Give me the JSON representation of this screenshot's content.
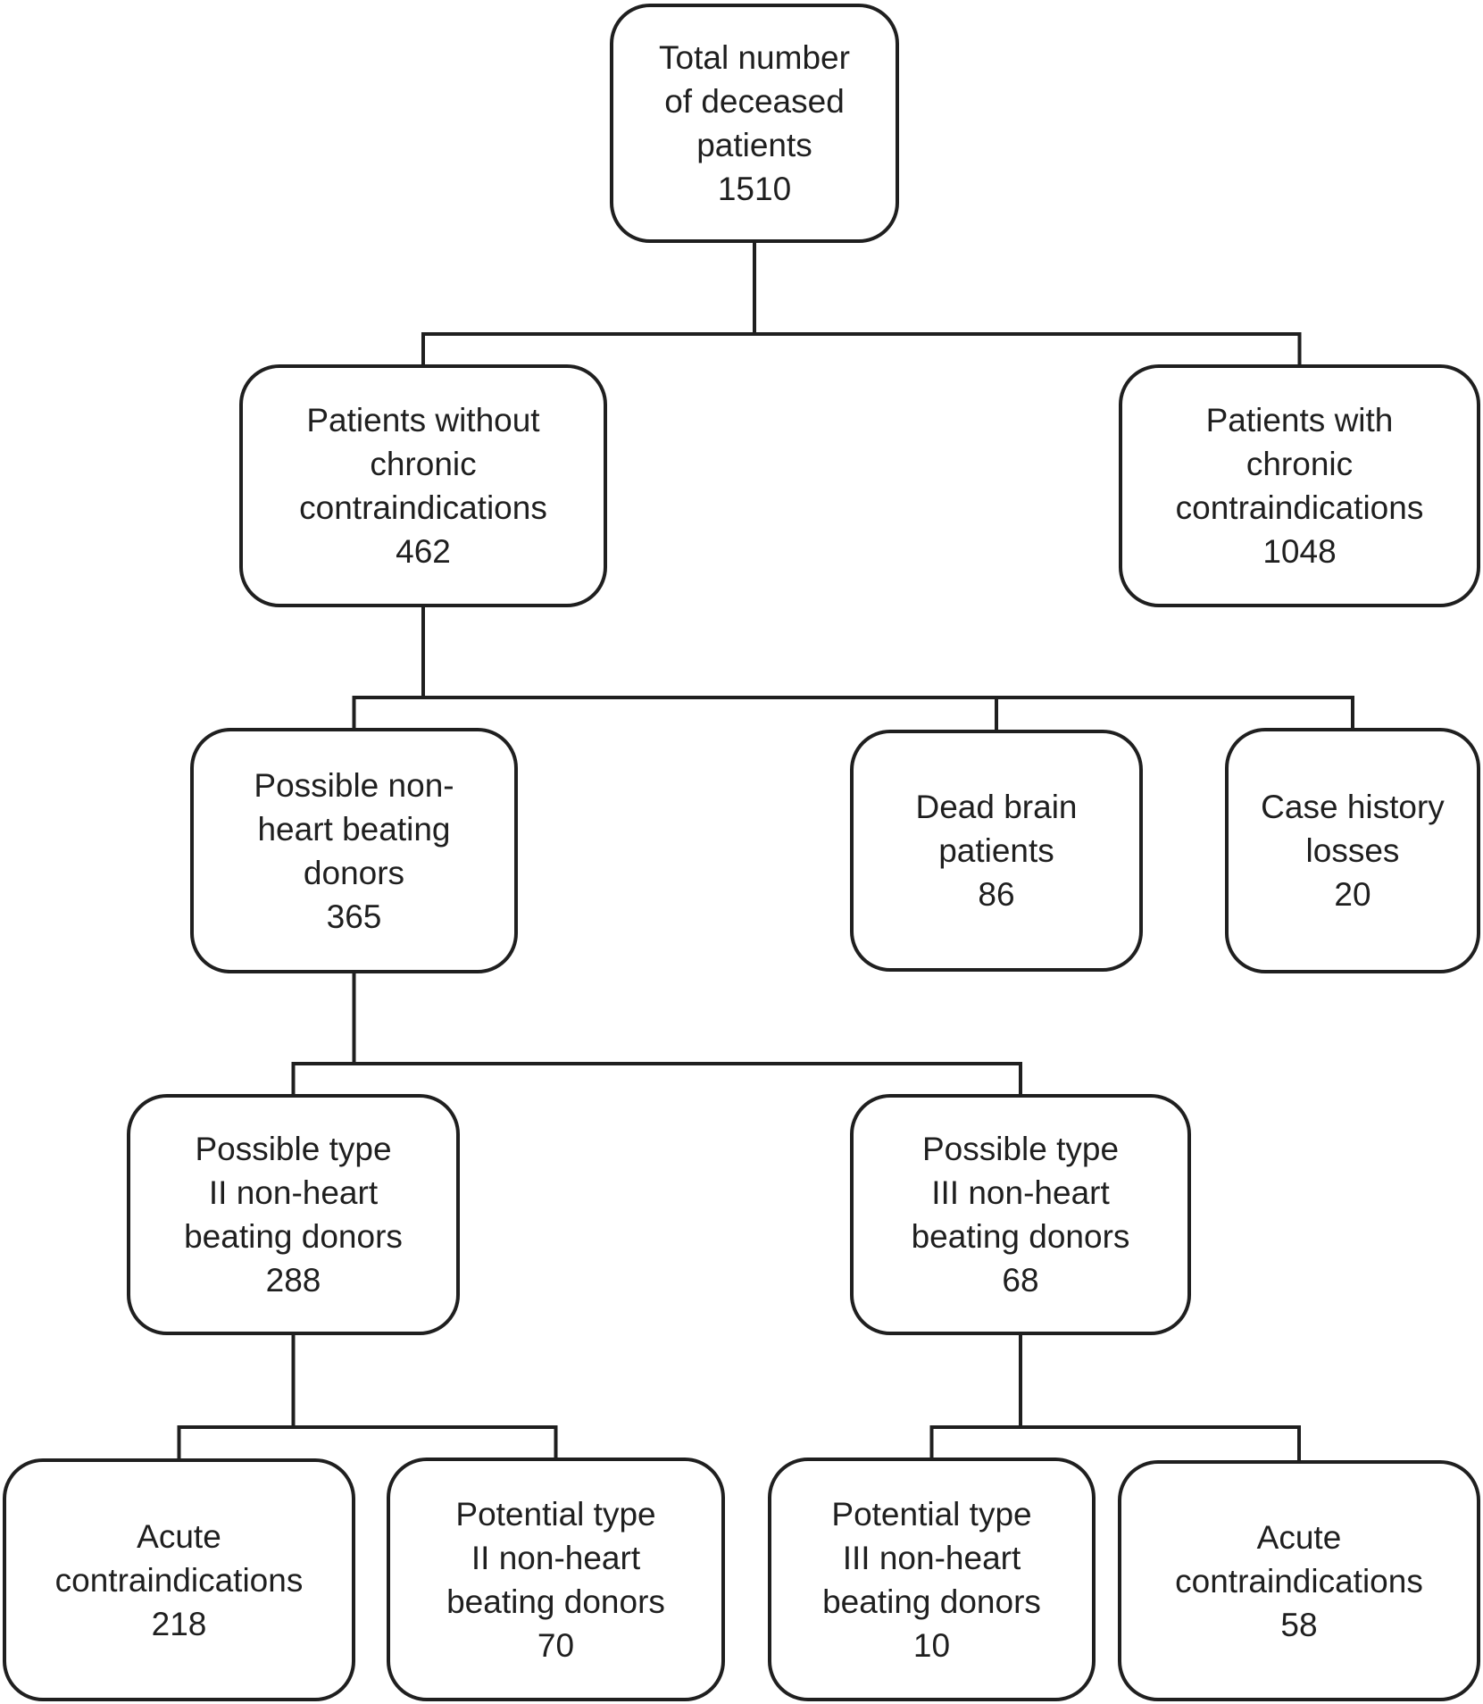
{
  "figure": {
    "type": "flowchart",
    "background_color": "#ffffff",
    "stroke_color": "#1f1f1f",
    "text_color": "#1f1f1f"
  },
  "nodes": {
    "total_deceased": {
      "label_lines": [
        "Total number",
        "of deceased",
        "patients"
      ],
      "value": "1510"
    },
    "without_chronic": {
      "label_lines": [
        "Patients without",
        "chronic",
        "contraindications"
      ],
      "value": "462"
    },
    "with_chronic": {
      "label_lines": [
        "Patients with",
        "chronic",
        "contraindications"
      ],
      "value": "1048"
    },
    "possible_nhbd": {
      "label_lines": [
        "Possible non-",
        "heart beating",
        "donors"
      ],
      "value": "365"
    },
    "dead_brain": {
      "label_lines": [
        "Dead brain",
        "patients"
      ],
      "value": "86"
    },
    "case_history": {
      "label_lines": [
        "Case history",
        "losses"
      ],
      "value": "20"
    },
    "possible_type2": {
      "label_lines": [
        "Possible type",
        "II non-heart",
        "beating donors"
      ],
      "value": "288"
    },
    "possible_type3": {
      "label_lines": [
        "Possible type",
        "III non-heart",
        "beating donors"
      ],
      "value": "68"
    },
    "acute_contra_type2": {
      "label_lines": [
        "Acute",
        "contraindications"
      ],
      "value": "218"
    },
    "potential_type2": {
      "label_lines": [
        "Potential type",
        "II non-heart",
        "beating donors"
      ],
      "value": "70"
    },
    "potential_type3": {
      "label_lines": [
        "Potential type",
        "III non-heart",
        "beating donors"
      ],
      "value": "10"
    },
    "acute_contra_type3": {
      "label_lines": [
        "Acute",
        "contraindications"
      ],
      "value": "58"
    }
  },
  "edges": [
    {
      "parent": "total_deceased",
      "children": [
        "without_chronic",
        "with_chronic"
      ]
    },
    {
      "parent": "without_chronic",
      "children": [
        "possible_nhbd",
        "dead_brain",
        "case_history"
      ]
    },
    {
      "parent": "possible_nhbd",
      "children": [
        "possible_type2",
        "possible_type3"
      ]
    },
    {
      "parent": "possible_type2",
      "children": [
        "acute_contra_type2",
        "potential_type2"
      ]
    },
    {
      "parent": "possible_type3",
      "children": [
        "potential_type3",
        "acute_contra_type3"
      ]
    }
  ]
}
